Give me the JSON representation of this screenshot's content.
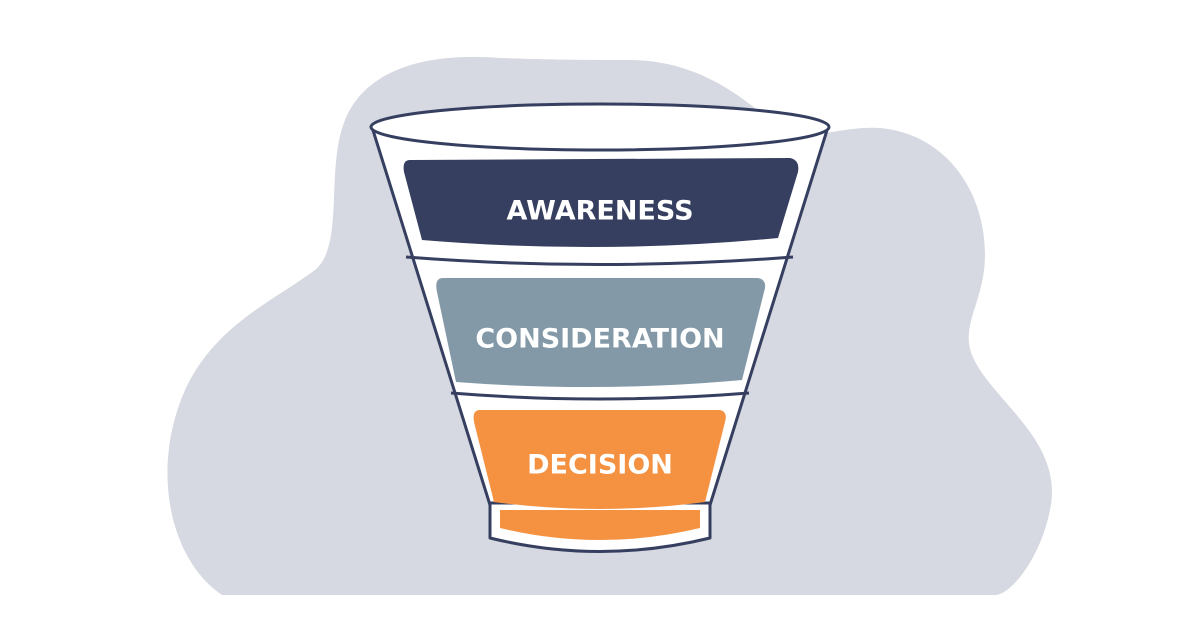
{
  "funnel": {
    "stages": [
      {
        "label": "AWARENESS",
        "color": "#363f5f"
      },
      {
        "label": "CONSIDERATION",
        "color": "#8399a8"
      },
      {
        "label": "DECISION",
        "color": "#f59242"
      }
    ]
  },
  "colors": {
    "blob": "#d6d9e1",
    "outline": "#363f5f",
    "cup": "#ffffff"
  }
}
